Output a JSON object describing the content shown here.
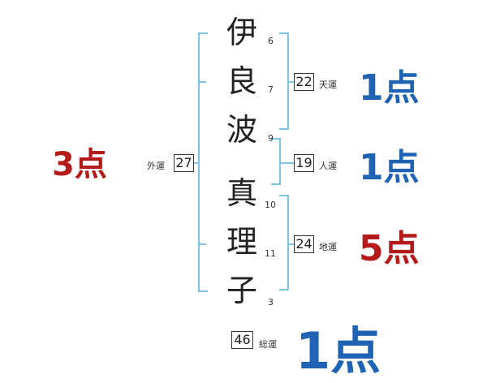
{
  "name_chars": [
    {
      "char": "伊",
      "strokes": "6"
    },
    {
      "char": "良",
      "strokes": "7"
    },
    {
      "char": "波",
      "strokes": "9"
    },
    {
      "char": "真",
      "strokes": "10"
    },
    {
      "char": "理",
      "strokes": "11"
    },
    {
      "char": "子",
      "strokes": "3"
    }
  ],
  "kaku": {
    "tenkaku": {
      "label": "天運",
      "value": "22",
      "score": "1点"
    },
    "jinkaku": {
      "label": "人運",
      "value": "19",
      "score": "1点"
    },
    "chikaku": {
      "label": "地運",
      "value": "24",
      "score": "5点"
    },
    "gaikaku": {
      "label": "外運",
      "value": "27",
      "score": "3点"
    },
    "soukaku": {
      "label": "総運",
      "value": "46",
      "score": "1点"
    }
  },
  "colors": {
    "good": "#b51a1a",
    "bad": "#1f64b4",
    "bracket": "#7ec3e6"
  }
}
